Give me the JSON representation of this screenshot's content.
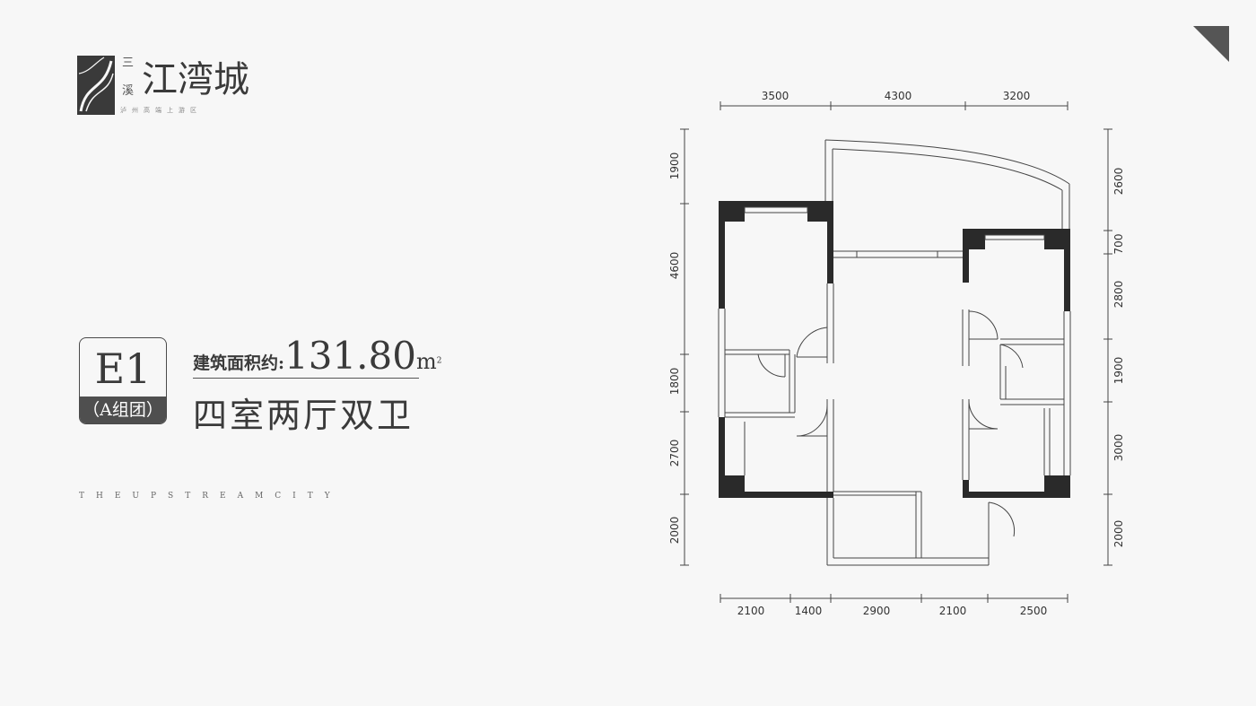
{
  "logo": {
    "small_a": "三",
    "small_b": "溪",
    "name": "江湾城",
    "tagline": "泸州高端上游区"
  },
  "unit": {
    "code": "E1",
    "group": "（A组团）",
    "area_label": "建筑面积约:",
    "area_value": "131.80",
    "area_unit": "m",
    "area_unit_sup": "2",
    "layout": "四室两厅双卫"
  },
  "english_line": "THEUPSTREAMCITY",
  "dimensions": {
    "top": [
      "3500",
      "4300",
      "3200"
    ],
    "bottom": [
      "2100",
      "1400",
      "2900",
      "2100",
      "2500"
    ],
    "left": [
      "1900",
      "4600",
      "1800",
      "2700",
      "2000"
    ],
    "right": [
      "2600",
      "700",
      "2800",
      "1900",
      "3000",
      "2000"
    ]
  },
  "colors": {
    "background": "#f7f7f7",
    "wall": "#2a2a2a",
    "text": "#3a3a3a",
    "badge_fill": "#4f4f4f",
    "corner": "#555555"
  }
}
